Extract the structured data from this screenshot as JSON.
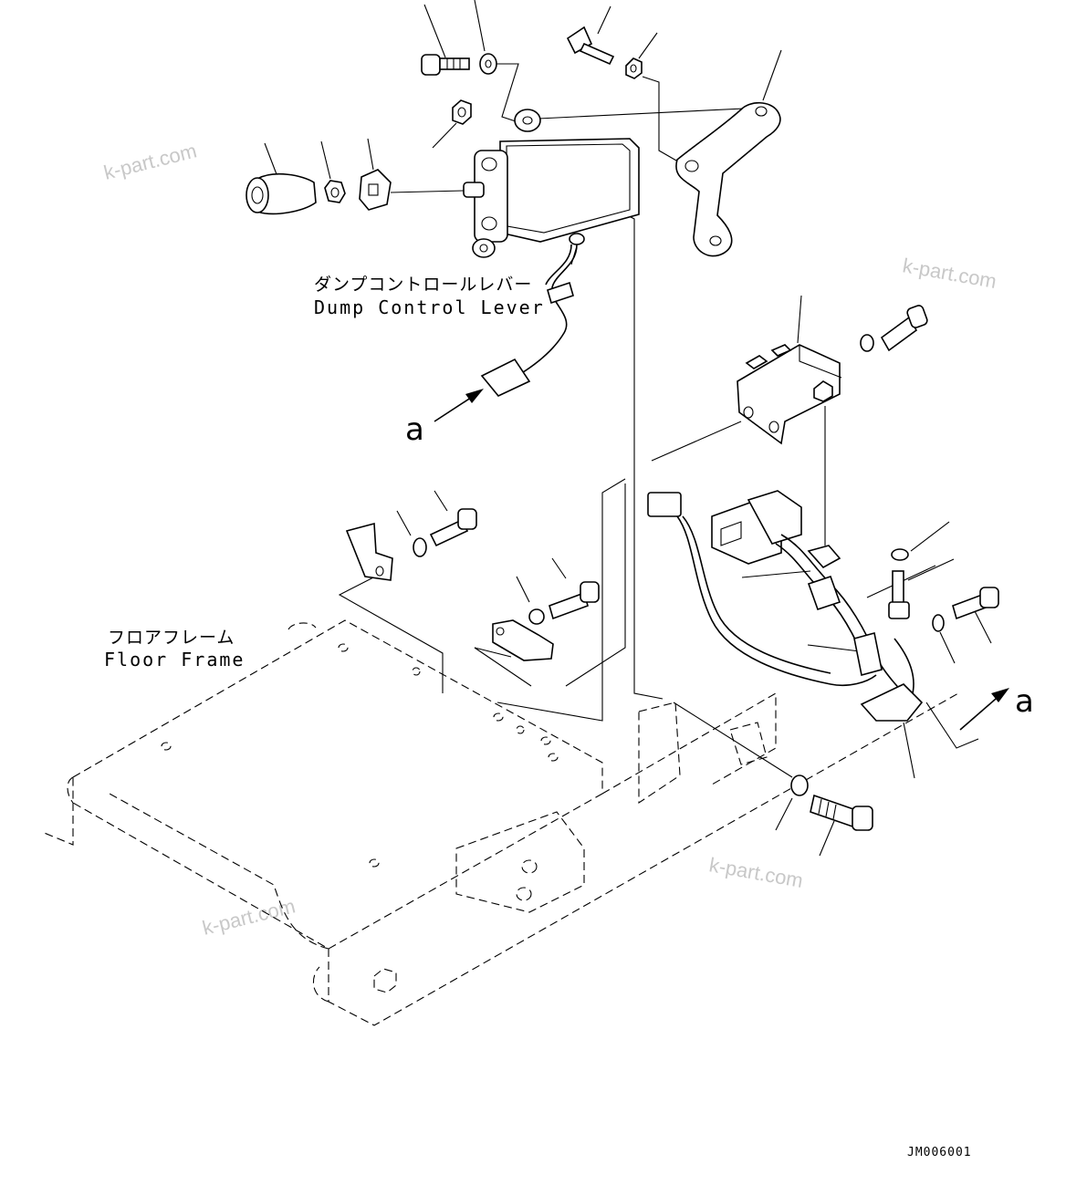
{
  "labels": {
    "dump_control_lever_jp": "ダンプコントロールレバー",
    "dump_control_lever_en": "Dump Control Lever",
    "floor_frame_jp": "フロアフレーム",
    "floor_frame_en": "Floor Frame",
    "callout_a_left": "a",
    "callout_a_right": "a",
    "drawing_code": "JM006001"
  },
  "watermarks": [
    "k-part.com",
    "k-part.com",
    "k-part.com",
    "k-part.com"
  ]
}
